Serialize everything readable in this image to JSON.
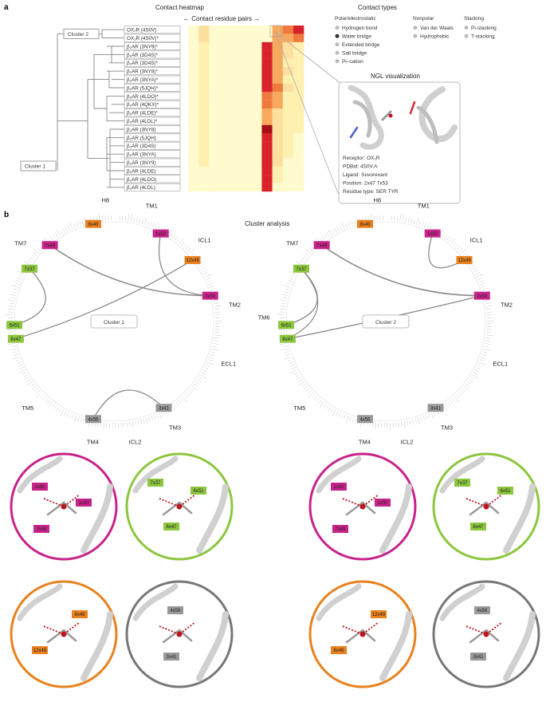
{
  "panel_a": {
    "letter": "a",
    "heatmap_title": "Contact heatmap",
    "pairs_axis": "← Contact residue pairs →",
    "cluster_labels": [
      "Cluster 2",
      "Cluster 1"
    ],
    "rows": [
      {
        "label": "OX₂R (4S0V)"
      },
      {
        "label": "OX₂R (4S0V)*"
      },
      {
        "label": "β₂AR (3NY9)*"
      },
      {
        "label": "β₂AR (3D4S)*"
      },
      {
        "label": "β₂AR (3D4S)*"
      },
      {
        "label": "β₂AR (3NY8)*"
      },
      {
        "label": "β₂AR (3NYA)*"
      },
      {
        "label": "β₂AR (5JQH)*"
      },
      {
        "label": "β₂AR (4LDO)*"
      },
      {
        "label": "β₂AR (4QKX)*"
      },
      {
        "label": "β₂AR (4LDE)*"
      },
      {
        "label": "β₂AR (4LDL)*"
      },
      {
        "label": "β₂AR (3NY8)"
      },
      {
        "label": "β₂AR (5JQH)"
      },
      {
        "label": "β₂AR (3D4S)"
      },
      {
        "label": "β₂AR (3NYA)"
      },
      {
        "label": "β₂AR (3NY9)"
      },
      {
        "label": "β₂AR (4LDE)"
      },
      {
        "label": "β₂AR (4LDO)"
      },
      {
        "label": "β₂AR (4LDL)"
      }
    ],
    "heat_levels": [
      [
        0,
        2,
        0,
        0,
        0,
        0,
        0,
        0,
        3,
        4,
        5
      ],
      [
        0,
        2,
        0,
        0,
        0,
        0,
        0,
        0,
        3,
        3,
        4
      ],
      [
        0,
        1,
        0,
        0,
        0,
        0,
        0,
        5,
        3,
        2,
        1
      ],
      [
        0,
        1,
        0,
        0,
        0,
        0,
        0,
        5,
        3,
        2,
        1
      ],
      [
        0,
        1,
        0,
        0,
        0,
        0,
        0,
        5,
        3,
        1,
        1
      ],
      [
        0,
        1,
        0,
        0,
        0,
        0,
        0,
        5,
        3,
        2,
        1
      ],
      [
        0,
        1,
        0,
        0,
        0,
        0,
        0,
        5,
        3,
        1,
        1
      ],
      [
        0,
        1,
        0,
        0,
        0,
        0,
        0,
        5,
        4,
        2,
        1
      ],
      [
        0,
        1,
        0,
        0,
        0,
        0,
        0,
        4,
        3,
        1,
        1
      ],
      [
        0,
        1,
        0,
        0,
        0,
        0,
        0,
        4,
        3,
        1,
        1
      ],
      [
        0,
        1,
        0,
        0,
        0,
        0,
        0,
        3,
        2,
        1,
        1
      ],
      [
        0,
        1,
        0,
        0,
        0,
        0,
        0,
        3,
        2,
        1,
        1
      ],
      [
        0,
        1,
        0,
        0,
        0,
        0,
        0,
        6,
        2,
        1,
        1
      ],
      [
        0,
        1,
        0,
        0,
        0,
        0,
        0,
        5,
        2,
        1,
        0
      ],
      [
        0,
        1,
        0,
        0,
        0,
        0,
        0,
        5,
        2,
        1,
        0
      ],
      [
        0,
        1,
        0,
        0,
        0,
        0,
        0,
        5,
        2,
        1,
        0
      ],
      [
        0,
        1,
        0,
        0,
        0,
        0,
        0,
        5,
        2,
        0,
        0
      ],
      [
        0,
        0,
        0,
        0,
        0,
        0,
        0,
        5,
        1,
        0,
        0
      ],
      [
        0,
        0,
        0,
        0,
        0,
        0,
        0,
        5,
        1,
        0,
        0
      ],
      [
        0,
        0,
        0,
        0,
        0,
        0,
        0,
        5,
        0,
        0,
        0
      ]
    ],
    "heat_colors": [
      "#fffbcf",
      "#fff0b0",
      "#fde0a0",
      "#f7a95e",
      "#ef7a3f",
      "#d8232a",
      "#a50f15"
    ],
    "contact_types": {
      "title": "Contact types",
      "groups": [
        {
          "name": "Polar/electrostatic",
          "items": [
            {
              "label": "Hydrogen bond",
              "dot": "#bbbbbb"
            },
            {
              "label": "Water bridge",
              "dot": "#333333"
            },
            {
              "label": "Extended bridge",
              "dot": "#bbbbbb"
            },
            {
              "label": "Salt bridge",
              "dot": "#bbbbbb"
            },
            {
              "label": "Pi–cation",
              "dot": "#bbbbbb"
            }
          ]
        },
        {
          "name": "Nonpolar",
          "items": [
            {
              "label": "Van der Waals",
              "dot": "#bbbbbb"
            },
            {
              "label": "Hydrophobic",
              "dot": "#bbbbbb"
            }
          ]
        },
        {
          "name": "Stacking",
          "items": [
            {
              "label": "Pi-stacking",
              "dot": "#bbbbbb"
            },
            {
              "label": "T-stacking",
              "dot": "#bbbbbb"
            }
          ]
        }
      ]
    },
    "ngl": {
      "title": "NGL visualization",
      "lines": [
        "Receptor: OX₂R",
        "PDBid: 4S0V.A",
        "Ligand: Suvorexant",
        "Position: 2x47 7x53",
        "Residue type: SER TYR"
      ]
    }
  },
  "panel_b": {
    "letter": "b",
    "title": "Cluster analysis",
    "helices": [
      "H8",
      "TM1",
      "ICL1",
      "TM2",
      "ECL1",
      "TM3",
      "ICL2",
      "TM4",
      "TM5",
      "TM6",
      "TM7"
    ],
    "clusters": [
      {
        "name": "Cluster 1",
        "tags": [
          "8x49",
          "1x50",
          "12x49",
          "2x50",
          "7x49",
          "7x37",
          "6x51",
          "6x47",
          "3x41",
          "4x56"
        ]
      },
      {
        "name": "Cluster 2",
        "tags": [
          "8x49",
          "1x50",
          "12x49",
          "2x50",
          "7x49",
          "7x37",
          "6x51",
          "6x47",
          "3x41",
          "4x56"
        ]
      }
    ],
    "tag_colors": {
      "pink": "#c8238a",
      "green": "#8cc63e",
      "orange": "#e8811e",
      "gray": "#999999"
    },
    "zoom_tags": [
      [
        "2x50",
        "1x50",
        "7x49"
      ],
      [
        "7x37",
        "6x51",
        "6x47"
      ],
      [
        "8x49",
        "12x49"
      ],
      [
        "4x56",
        "3x41"
      ],
      [
        "2x50",
        "1x50",
        "7x49"
      ],
      [
        "7x37",
        "6x51",
        "6x47"
      ],
      [
        "12x49",
        "8x49"
      ],
      [
        "4x56",
        "3x41"
      ]
    ]
  }
}
